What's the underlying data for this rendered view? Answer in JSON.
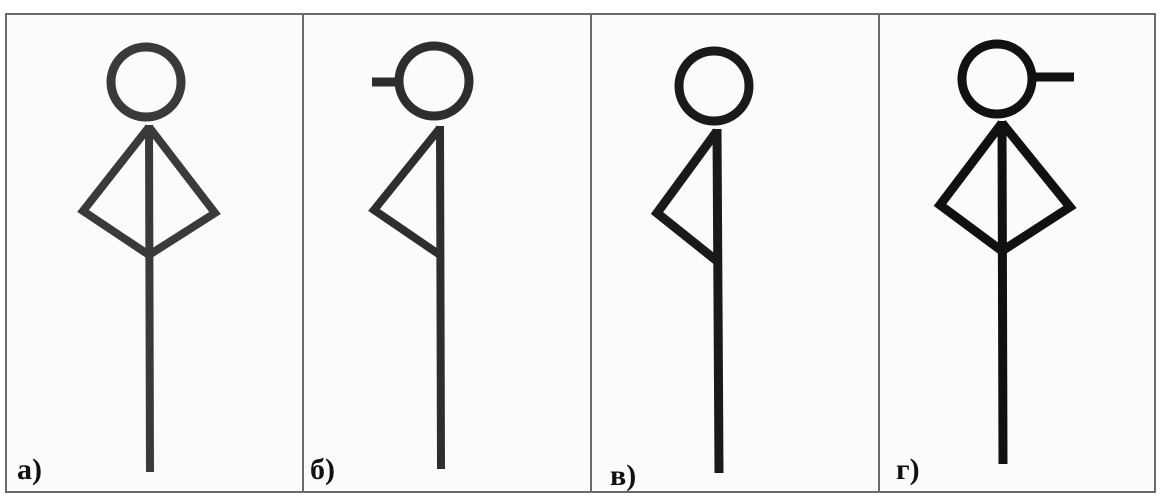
{
  "panels": [
    {
      "id": "a",
      "label": "а)",
      "arms": "both",
      "head_mark": "none"
    },
    {
      "id": "b",
      "label": "б)",
      "arms": "left",
      "head_mark": "left"
    },
    {
      "id": "v",
      "label": "в)",
      "arms": "left",
      "head_mark": "none"
    },
    {
      "id": "g",
      "label": "г)",
      "arms": "both",
      "head_mark": "right"
    }
  ],
  "colors": {
    "stroke_a": "#3a3a3a",
    "stroke_b": "#2e2e2e",
    "stroke_v": "#1a1a1a",
    "stroke_g": "#111111",
    "border": "#6b6b6b"
  }
}
